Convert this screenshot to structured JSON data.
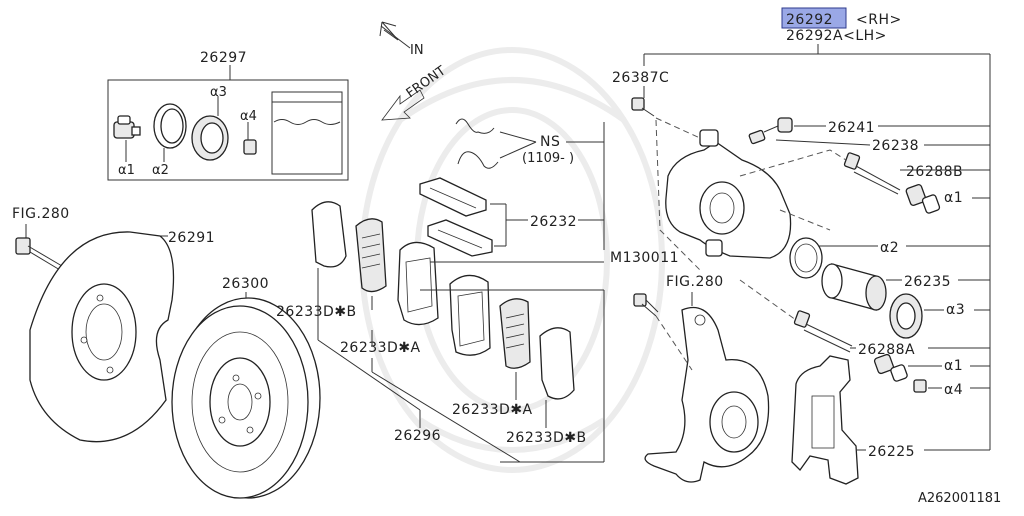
{
  "diagram": {
    "title_part": "26292",
    "title_rh": "<RH>",
    "title_lh": "26292A<LH>",
    "direction_in": "IN",
    "direction_front": "FRONT",
    "ref_code": "A262001181",
    "labels": {
      "p26297": "26297",
      "a1_kit": "α1",
      "a2_kit": "α2",
      "a3_kit": "α3",
      "a4_kit": "α4",
      "fig280_left": "FIG.280",
      "p26291": "26291",
      "p26300": "26300",
      "p26233db_left": "26233D✱B",
      "p26233da_left": "26233D✱A",
      "p26296": "26296",
      "p26233da_right": "26233D✱A",
      "p26233db_right": "26233D✱B",
      "ns": "NS",
      "ns_date": "(1109- )",
      "p26232": "26232",
      "m130011": "M130011",
      "fig280_right": "FIG.280",
      "p26387c": "26387C",
      "p26241": "26241",
      "p26238": "26238",
      "p26288b": "26288B",
      "a1_right_top": "α1",
      "a2_right": "α2",
      "p26235": "26235",
      "a3_right": "α3",
      "p26288a": "26288A",
      "a1_right_bottom": "α1",
      "a4_right": "α4",
      "p26225": "26225"
    }
  }
}
